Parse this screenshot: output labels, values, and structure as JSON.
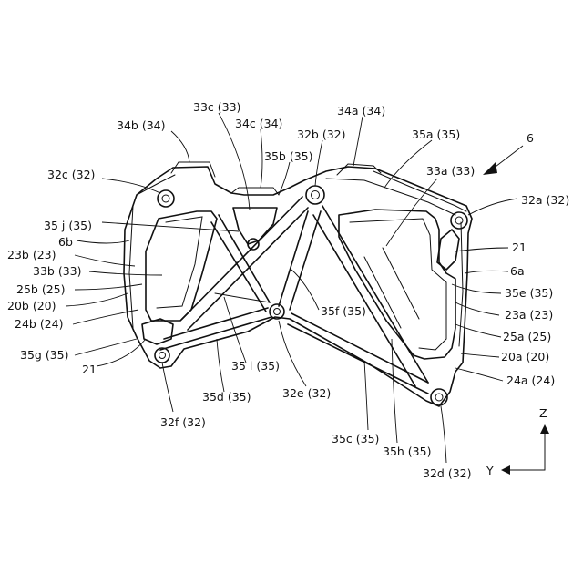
{
  "figure": {
    "labels": {
      "l34b": "34b (34)",
      "l33c": "33c (33)",
      "l34c": "34c (34)",
      "l34a": "34a (34)",
      "l32b": "32b (32)",
      "l35a": "35a (35)",
      "l6": "6",
      "l35b": "35b (35)",
      "l33a": "33a (33)",
      "l32c": "32c (32)",
      "l32a": "32a (32)",
      "l35j": "35 j (35)",
      "l6b": "6b",
      "l23b": "23b (23)",
      "l33b": "33b (33)",
      "l25b": "25b (25)",
      "l20b": "20b (20)",
      "l24b": "24b (24)",
      "l35g": "35g (35)",
      "l21left": "21",
      "l21right": "21",
      "l6a": "6a",
      "l35e": "35e (35)",
      "l23a": "23a (23)",
      "l25a": "25a (25)",
      "l20a": "20a (20)",
      "l24a": "24a (24)",
      "l35f": "35f (35)",
      "l35i": "35 i (35)",
      "l35d": "35d (35)",
      "l32e": "32e (32)",
      "l32f": "32f (32)",
      "l35c": "35c (35)",
      "l35h": "35h (35)",
      "l32d": "32d (32)",
      "axisZ": "Z",
      "axisY": "Y"
    }
  }
}
